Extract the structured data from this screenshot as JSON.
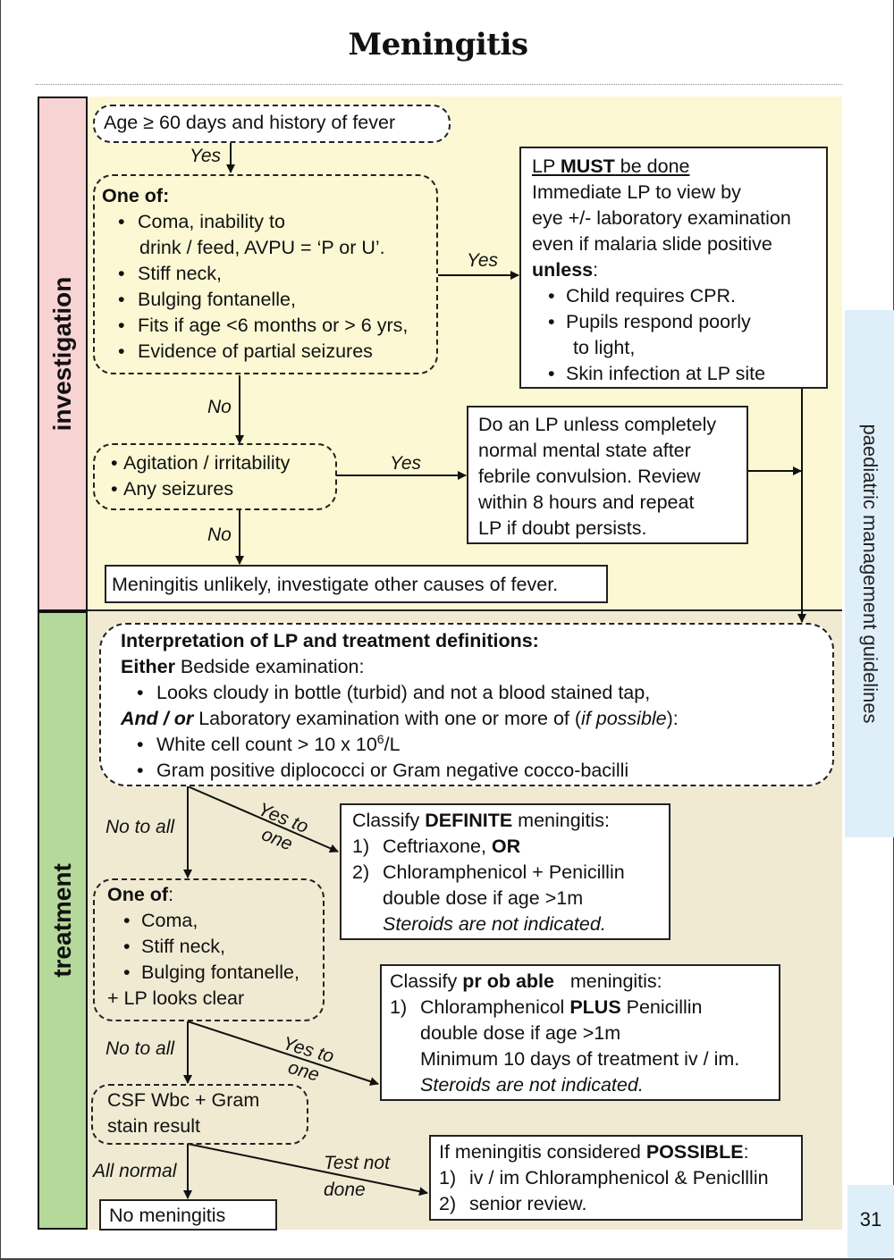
{
  "title": "Meningitis",
  "sections": {
    "investigation": "investigation",
    "treatment": "treatment"
  },
  "side_tab": "paediatric management guidelines",
  "page_number": "31",
  "investigation": {
    "age_box": "Age ≥ 60 days and history of fever",
    "one_of_box": {
      "heading": "One of:",
      "items": [
        "Coma, inability to",
        "drink / feed, AVPU = ‘P or U’.",
        "Stiff neck,",
        "Bulging fontanelle,",
        "Fits if age <6 months or > 6 yrs,",
        "Evidence of partial seizures"
      ]
    },
    "lp_must_box": {
      "line1_pre": "LP ",
      "line1_bold": "MUST",
      "line1_post": " be done",
      "body": [
        "Immediate LP to view by",
        "eye +/- laboratory examination",
        "even if malaria slide positive"
      ],
      "unless": "unless",
      "unless_colon": ":",
      "items": [
        "Child requires CPR.",
        "Pupils respond poorly",
        "to light,",
        "Skin infection at LP site"
      ]
    },
    "agitation_box": {
      "items": [
        "Agitation / irritability",
        "Any seizures"
      ]
    },
    "do_lp_box": {
      "lines": [
        "Do an LP unless completely",
        "normal mental state after",
        "febrile convulsion. Review",
        "within 8 hours and repeat",
        "LP if doubt persists."
      ]
    },
    "unlikely_box": "Meningitis unlikely, investigate other causes of fever.",
    "labels": {
      "yes1": "Yes",
      "yes2": "Yes",
      "no1": "No",
      "yes3": "Yes",
      "no2": "No"
    }
  },
  "treatment": {
    "interp_box": {
      "heading": "Interpretation of LP and treatment definitions:",
      "either_bold": "Either",
      "either_rest": " Bedside examination:",
      "bedside_item": "Looks cloudy in bottle (turbid) and not a blood stained tap,",
      "andor_bold": "And / or",
      "andor_rest": " Laboratory examination with one or more of (",
      "andor_italic": "if possible",
      "andor_end": "):",
      "lab_item1_pre": "White cell count > 10 x 10",
      "lab_item1_sup": "6",
      "lab_item1_post": "/L",
      "lab_item2": "Gram positive diplococci or Gram negative cocco-bacilli"
    },
    "definite_box": {
      "line1_pre": "Classify ",
      "line1_bold": "DEFINITE",
      "line1_post": " meningitis:",
      "item1_num": "1)",
      "item1_pre": "Ceftriaxone, ",
      "item1_bold": "OR",
      "item2_num": "2)",
      "item2": "Chloramphenicol + Penicillin",
      "item2_cont": "double dose if age >1m",
      "steroids": "Steroids are not indicated."
    },
    "one_of_box": {
      "heading": "One of",
      "heading_colon": ":",
      "items": [
        "Coma,",
        "Stiff neck,",
        "Bulging fontanelle,"
      ],
      "footer": "+ LP looks clear"
    },
    "probable_box": {
      "line1_pre": "Classify ",
      "line1_bold": "pr ob able",
      "line1_post": "   meningitis:",
      "item1_num": "1)",
      "item1_pre": "Chloramphenicol ",
      "item1_bold": "PLUS",
      "item1_post": " Penicillin",
      "cont1": "double dose if age >1m",
      "cont2": "Minimum 10 days of treatment iv / im.",
      "steroids": "Steroids are not indicated."
    },
    "csf_box": {
      "lines": [
        "CSF Wbc + Gram",
        "stain result"
      ]
    },
    "possible_box": {
      "line1_pre": "If meningitis considered ",
      "line1_bold": "POSSIBLE",
      "line1_post": ":",
      "item1_num": "1)",
      "item1": "iv / im Chloramphenicol & Peniclllin",
      "item2_num": "2)",
      "item2": "senior review."
    },
    "no_meningitis_box": "No meningitis",
    "labels": {
      "yes_to": "Yes to",
      "one": "one",
      "no_to_all": "No to all",
      "yes_to_2": "Yes to",
      "one_2": "one",
      "no_to_all_2": "No to all",
      "all_normal": "All normal",
      "test_not": "Test not",
      "done": "done"
    }
  }
}
